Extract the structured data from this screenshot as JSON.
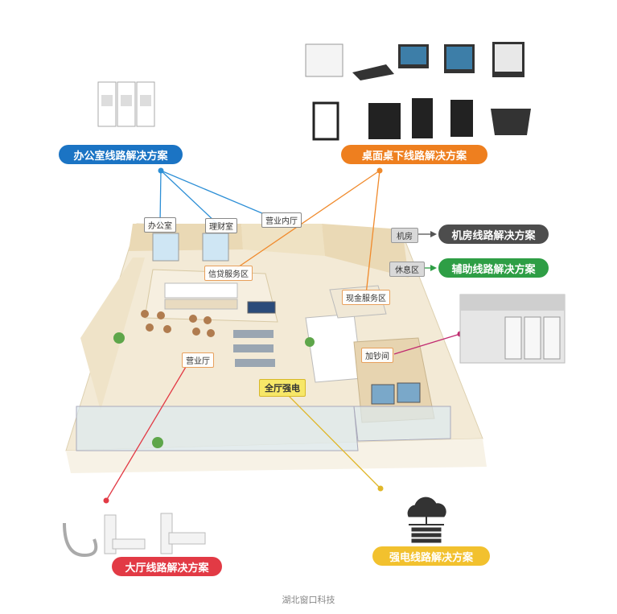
{
  "solutions": {
    "office": "办公室线路解决方案",
    "desktop": "桌面桌下线路解决方案",
    "machine_room": "机房线路解决方案",
    "auxiliary": "辅助线路解决方案",
    "lobby": "大厅线路解决方案",
    "power": "强电线路解决方案"
  },
  "rooms": {
    "office": "办公室",
    "finance": "理财室",
    "inner_hall": "营业内厅",
    "machine_room": "机房",
    "rest_area": "休息区",
    "credit_area": "信贷服务区",
    "cash_area": "现金服务区",
    "cash_add": "加钞间",
    "business_hall": "营业厅",
    "hall_power": "全厅强电"
  },
  "footer": "湖北窗口科技",
  "colors": {
    "office_panel": "#8cc5ec",
    "office_pill": "#1b74c4",
    "desktop_panel": "#f9b176",
    "desktop_pill": "#ee7f1f",
    "machine_pill": "#4d4d4d",
    "aux_pill": "#2e9e45",
    "lobby_panel": "#f4a7b3",
    "lobby_pill": "#e23a45",
    "power_panel": "#fbed75",
    "power_pill": "#f2c12e"
  }
}
